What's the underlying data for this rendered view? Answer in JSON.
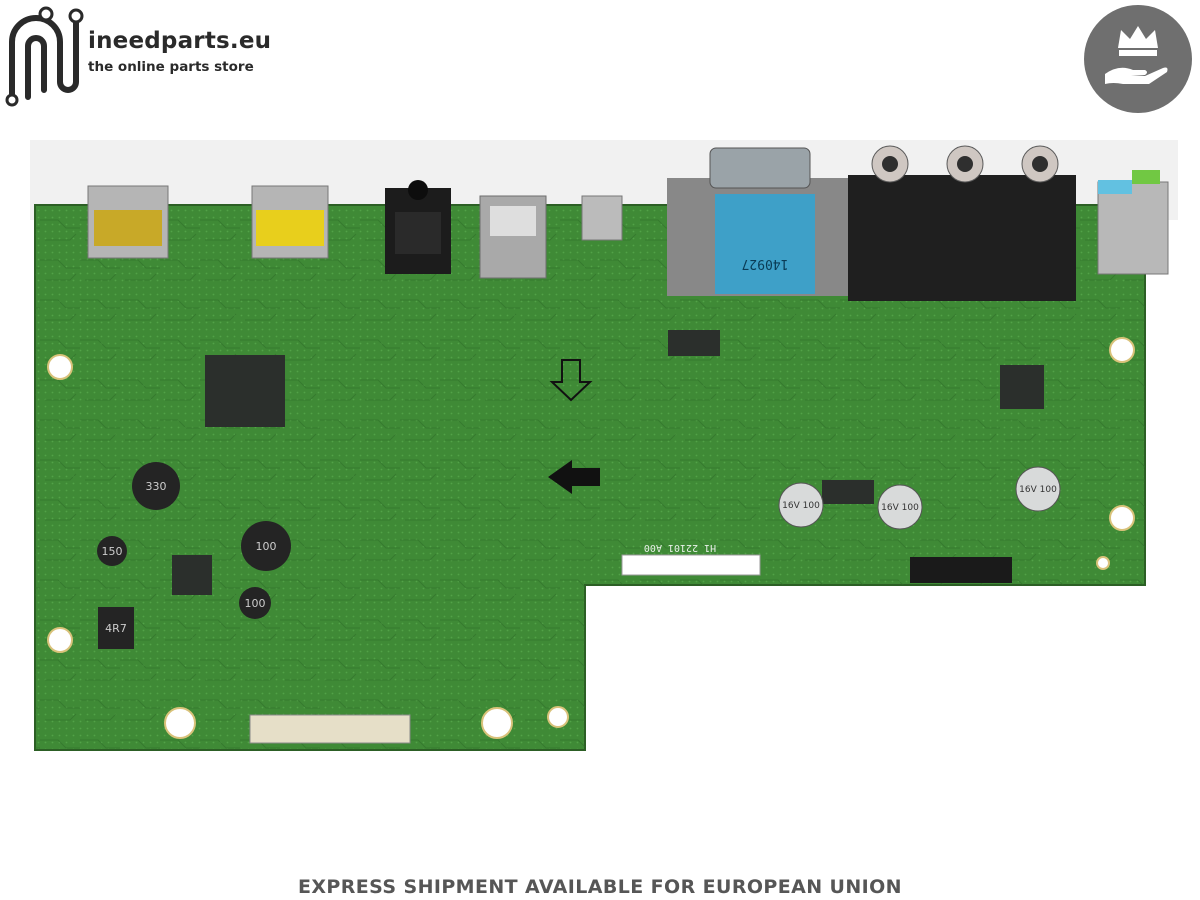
{
  "brand": {
    "name": "ineedparts.eu",
    "tagline": "the online parts store",
    "colors": {
      "text": "#2a2a2a",
      "badge": "#6f6f6f"
    }
  },
  "badge": {
    "icon": "crown-hand-icon"
  },
  "photo": {
    "subject": "circuit-board-image",
    "printed_labels": {
      "inductor_a": "330",
      "inductor_b": "100",
      "inductor_c": "100",
      "inductor_d": "150",
      "inductor_e": "4R7",
      "vga_label": "140927",
      "board_code": "H1 22101 A00",
      "cap_1": "16V 100",
      "cap_2": "16V 100",
      "cap_3": "16V 100"
    }
  },
  "footer": {
    "text": "EXPRESS SHIPMENT AVAILABLE FOR EUROPEAN UNION"
  }
}
